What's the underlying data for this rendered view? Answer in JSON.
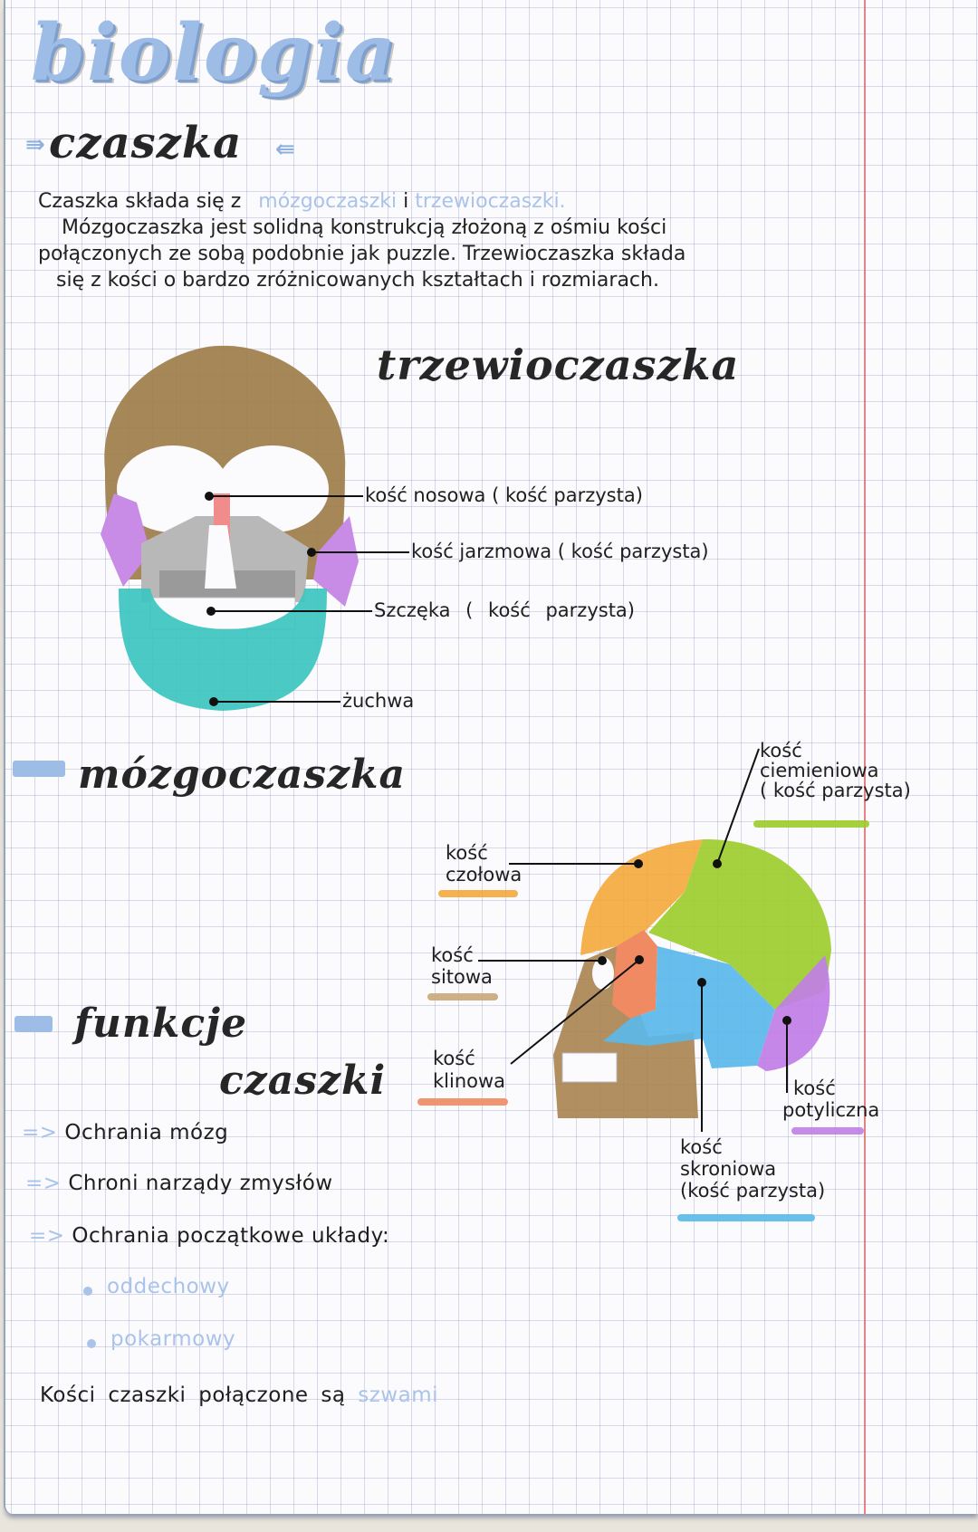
{
  "title": "biologia",
  "section_czaszka": {
    "heading": "czaszka",
    "intro": {
      "line1_prefix": "Czaszka składa się z",
      "line1_term1": "mózgoczaszki",
      "line1_and": "i",
      "line1_term2": "trzewioczaszki.",
      "line2": "Mózgoczaszka jest solidną konstrukcją złożoną z ośmiu kości",
      "line3": "połączonych ze sobą podobnie jak puzzle. Trzewioczaszka składa",
      "line4": "się z kości o bardzo zróżnicowanych kształtach i rozmiarach."
    }
  },
  "section_trzewioczaszka": {
    "heading": "trzewioczaszka",
    "labels": [
      {
        "text": "kość nosowa ( kość parzysta)"
      },
      {
        "text": "kość jarzmowa ( kość parzysta)"
      },
      {
        "text": "Szczęka ( kość parzysta)"
      },
      {
        "text": "żuchwa"
      }
    ],
    "colors": {
      "cranium": "#9e7d4a",
      "nasal": "#f08c8c",
      "zygomatic": "#c88be6",
      "maxilla": "#a8a8a8",
      "mandible": "#3cc4bf"
    }
  },
  "section_mozgoczaszka": {
    "heading": "mózgoczaszka",
    "labels": {
      "ciemieniowa": {
        "line1": "kość",
        "line2": "ciemieniowa",
        "line3": "( kość parzysta)",
        "color": "#9ccc2a"
      },
      "czolowa": {
        "line1": "kość",
        "line2": "czołowa",
        "color": "#f4a83a"
      },
      "sitowa": {
        "line1": "kość",
        "line2": "sitowa",
        "color": "#c9a77a"
      },
      "klinowa": {
        "line1": "kość",
        "line2": "klinowa",
        "color": "#f08a62"
      },
      "skroniowa": {
        "line1": "kość",
        "line2": "skroniowa",
        "line3": "(kość parzysta)",
        "color": "#5ab9ea"
      },
      "potyliczna": {
        "line1": "kość",
        "line2": "potyliczna",
        "color": "#c07ee6"
      }
    }
  },
  "section_funkcje": {
    "heading_line1": "funkcje",
    "heading_line2": "czaszki",
    "arrow_glyph": "=>",
    "items": [
      "Ochrania mózg",
      "Chroni narządy zmysłów",
      "Ochrania początkowe układy:"
    ],
    "subitems": [
      "oddechowy",
      "pokarmowy"
    ],
    "footer_prefix": "Kości czaszki połączone są",
    "footer_term": "szwami"
  }
}
